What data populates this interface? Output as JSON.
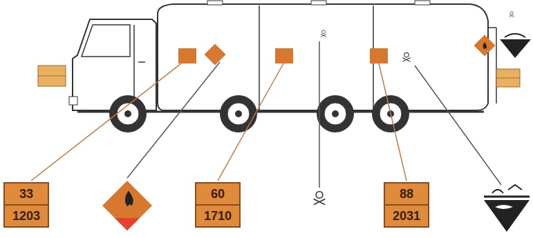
{
  "diagram": {
    "nodes": [
      {
        "text": [
          "33",
          "1203"
        ]
      },
      {
        "text": [
          "60",
          "1710"
        ]
      },
      {
        "text": [
          "88",
          "2031"
        ]
      }
    ]
  }
}
